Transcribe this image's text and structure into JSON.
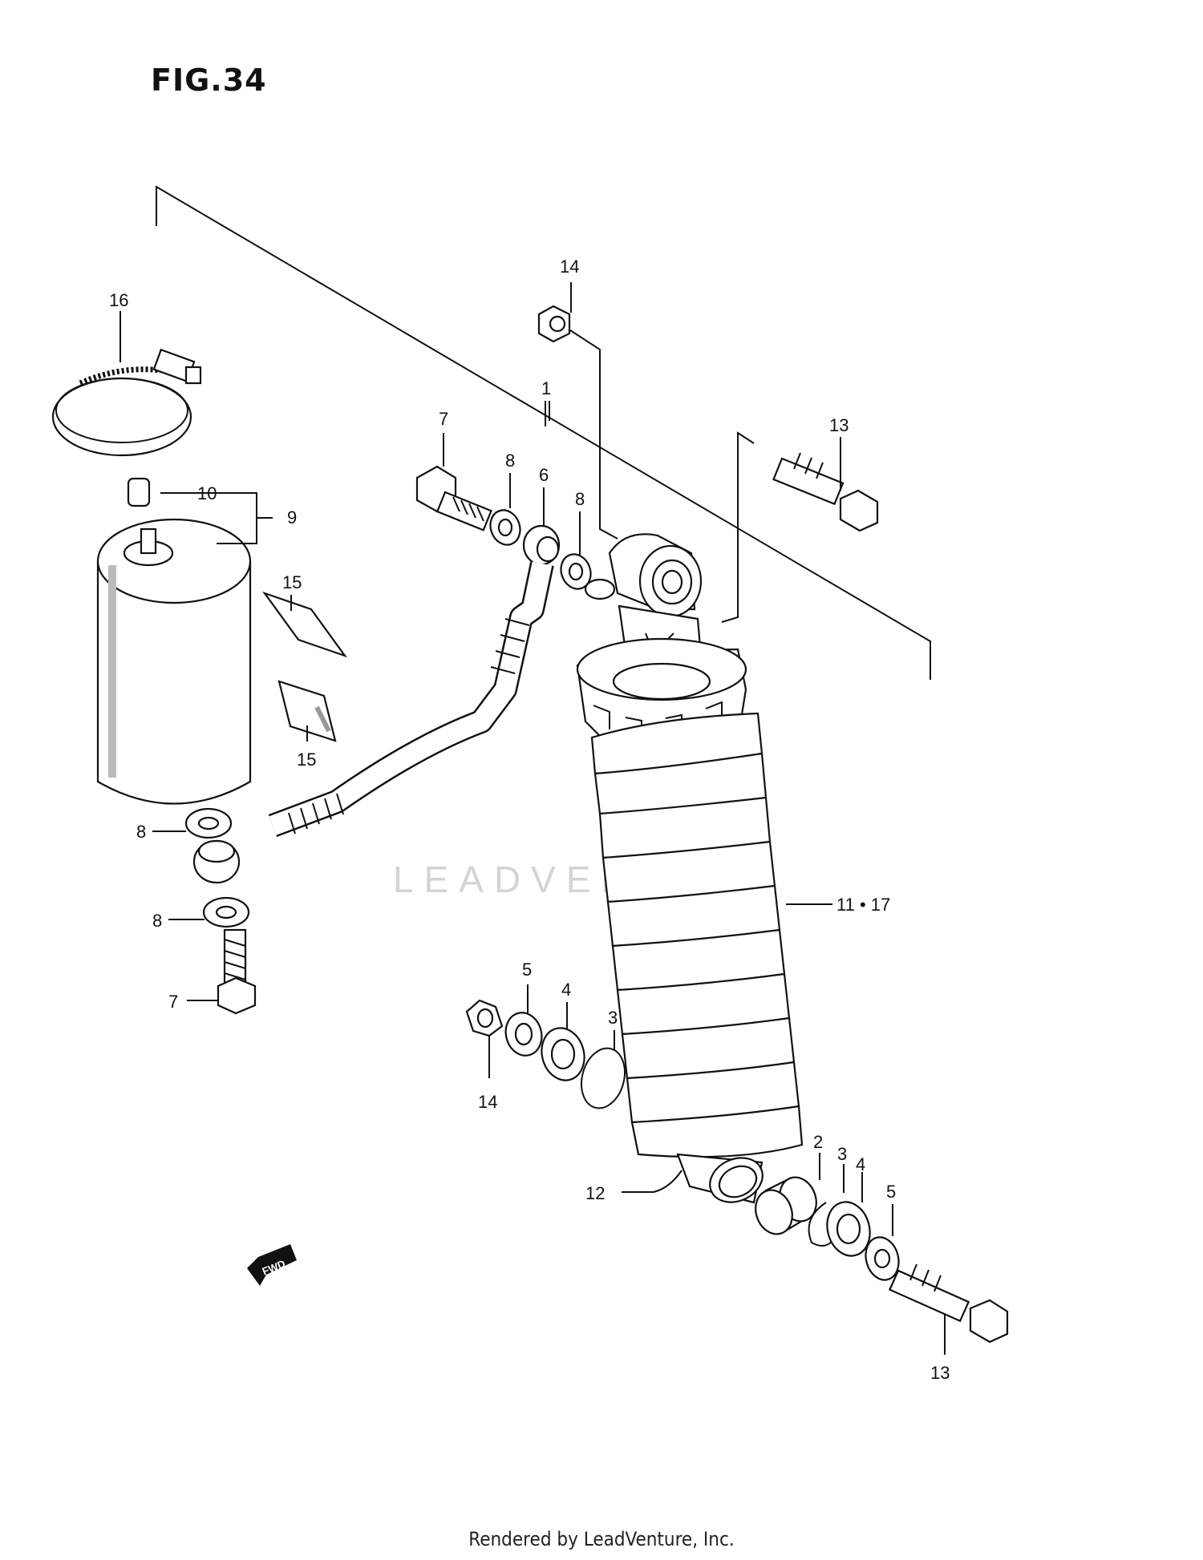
{
  "figure": {
    "title": "FIG.34",
    "footer": "Rendered by LeadVenture, Inc.",
    "watermark": "LEADVENTURE"
  },
  "callouts": [
    {
      "id": "c16",
      "text": "16"
    },
    {
      "id": "c14a",
      "text": "14"
    },
    {
      "id": "c1",
      "text": "1"
    },
    {
      "id": "c7a",
      "text": "7"
    },
    {
      "id": "c8a",
      "text": "8"
    },
    {
      "id": "c6",
      "text": "6"
    },
    {
      "id": "c8b",
      "text": "8"
    },
    {
      "id": "c13a",
      "text": "13"
    },
    {
      "id": "c10",
      "text": "10"
    },
    {
      "id": "c9",
      "text": "9"
    },
    {
      "id": "c15a",
      "text": "15"
    },
    {
      "id": "c15b",
      "text": "15"
    },
    {
      "id": "c8c",
      "text": "8"
    },
    {
      "id": "c8d",
      "text": "8"
    },
    {
      "id": "c7b",
      "text": "7"
    },
    {
      "id": "c11",
      "text": "11 • 17"
    },
    {
      "id": "c5a",
      "text": "5"
    },
    {
      "id": "c4a",
      "text": "4"
    },
    {
      "id": "c3a",
      "text": "3"
    },
    {
      "id": "c14b",
      "text": "14"
    },
    {
      "id": "c12",
      "text": "12"
    },
    {
      "id": "c2",
      "text": "2"
    },
    {
      "id": "c3b",
      "text": "3"
    },
    {
      "id": "c4b",
      "text": "4"
    },
    {
      "id": "c5b",
      "text": "5"
    },
    {
      "id": "c13b",
      "text": "13"
    }
  ],
  "fwd_badge": "FWD"
}
